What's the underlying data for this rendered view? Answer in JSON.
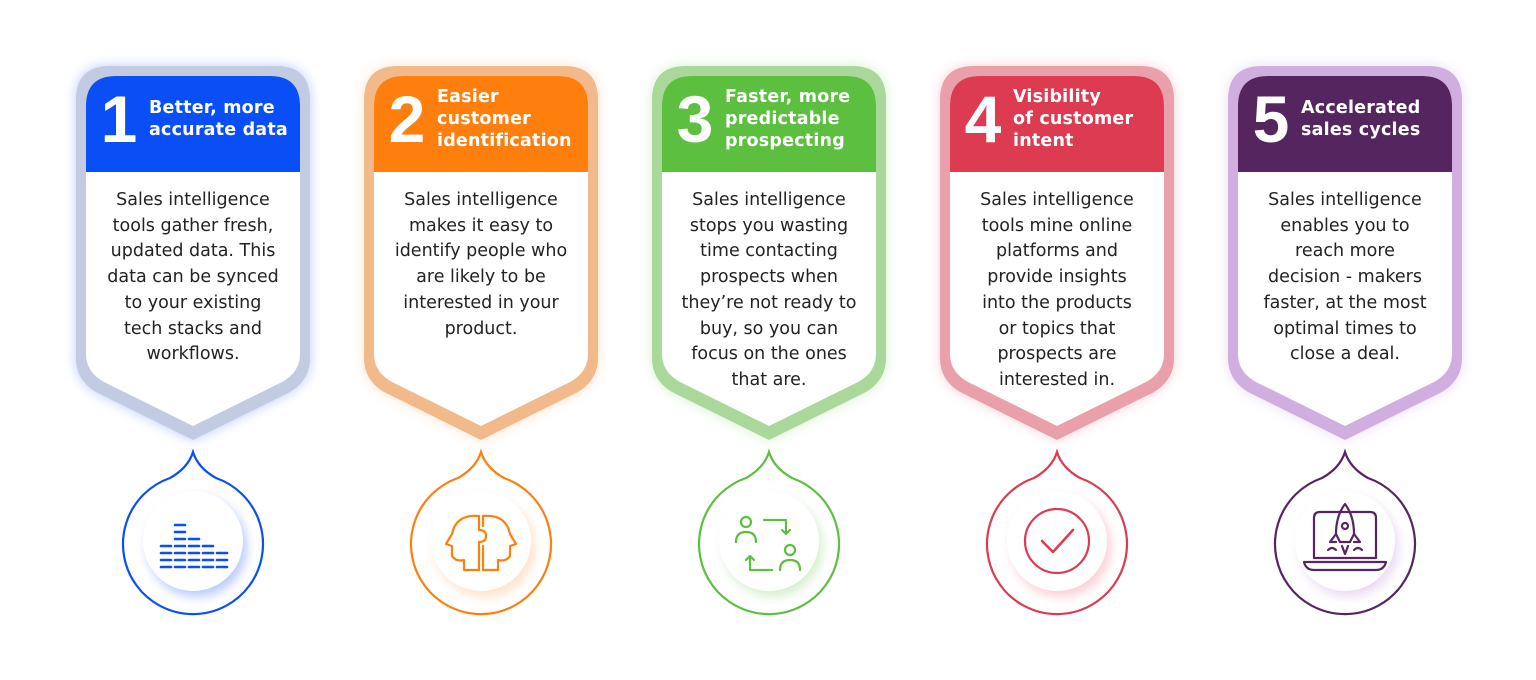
{
  "cards": [
    {
      "number": "1",
      "title": "Better, more\naccurate data",
      "body": "Sales intelligence\ntools gather fresh,\nupdated data. This\ndata can be synced\nto your existing\ntech stacks and\nworkflows.",
      "color": "#0a4ff6",
      "frame_color": "#c3cbe2",
      "glow_color": "#3b6cff",
      "icon": "equalizer-bars-icon"
    },
    {
      "number": "2",
      "title": "Easier\ncustomer\nidentification",
      "body": "Sales intelligence\nmakes it easy to\nidentify people who\nare likely to be\ninterested in your\nproduct.",
      "color": "#ff7f0e",
      "frame_color": "#f2b98a",
      "glow_color": "#ffae6a",
      "icon": "heads-puzzle-icon"
    },
    {
      "number": "3",
      "title": "Faster, more\npredictable\nprospecting",
      "body": "Sales intelligence\nstops you wasting\ntime contacting\nprospects when\nthey’re not ready to\nbuy, so you can\nfocus on the ones\nthat are.",
      "color": "#5cbf3f",
      "frame_color": "#a9d89a",
      "glow_color": "#8fd17a",
      "icon": "people-exchange-icon"
    },
    {
      "number": "4",
      "title": "Visibility\nof customer\nintent",
      "body": "Sales intelligence\ntools mine online\nplatforms and\nprovide insights\ninto the products\nor topics that\nprospects are\ninterested in.",
      "color": "#dc3b52",
      "frame_color": "#e9a0aa",
      "glow_color": "#f07a8a",
      "icon": "check-circle-icon"
    },
    {
      "number": "5",
      "title": "Accelerated\nsales cycles",
      "body": "Sales intelligence\nenables you to\nreach more\ndecision - makers\nfaster, at the most\noptimal times to\nclose a deal.",
      "color": "#55255f",
      "frame_color": "#d1aee0",
      "glow_color": "#c79ad9",
      "icon": "laptop-rocket-icon"
    }
  ]
}
